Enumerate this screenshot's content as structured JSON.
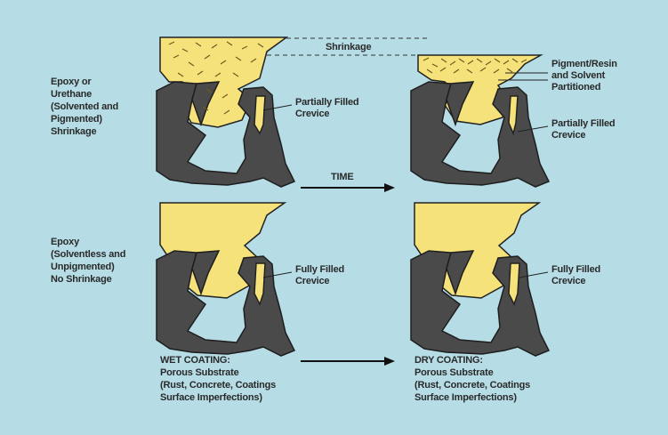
{
  "labels": {
    "row1_type": [
      "Epoxy or",
      "Urethane",
      "(Solvented and",
      "Pigmented)",
      "Shrinkage"
    ],
    "row2_type": [
      "Epoxy",
      "(Solventless and",
      "Unpigmented)",
      "No Shrinkage"
    ],
    "shrinkage": "Shrinkage",
    "partially_filled_1": [
      "Partially Filled",
      "Crevice"
    ],
    "partially_filled_2": [
      "Partially Filled",
      "Crevice"
    ],
    "pigment_resin": [
      "Pigment/Resin",
      "and Solvent",
      "Partitioned"
    ],
    "fully_filled_1": [
      "Fully Filled",
      "Crevice"
    ],
    "fully_filled_2": [
      "Fully Filled",
      "Crevice"
    ],
    "time": "TIME",
    "wet_coating": [
      "WET COATING:",
      "Porous Substrate",
      "(Rust, Concrete, Coatings",
      "Surface Imperfections)"
    ],
    "dry_coating": [
      "DRY COATING:",
      "Porous Substrate",
      "(Rust, Concrete, Coatings",
      "Surface Imperfections)"
    ]
  },
  "colors": {
    "background": "#b6dde6",
    "coating": "#f5e27a",
    "substrate": "#4a4a4a"
  }
}
